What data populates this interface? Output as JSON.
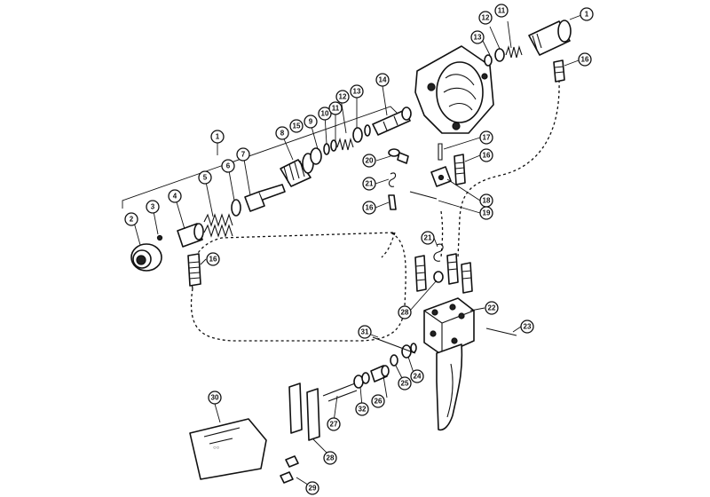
{
  "callouts": {
    "c1a": "1",
    "c1b": "1",
    "c2": "2",
    "c3": "3",
    "c4": "4",
    "c5": "5",
    "c6": "6",
    "c7": "7",
    "c8": "8",
    "c9": "9",
    "c10": "10",
    "c11a": "11",
    "c11b": "11",
    "c12a": "12",
    "c12b": "12",
    "c13a": "13",
    "c13b": "13",
    "c14": "14",
    "c15": "15",
    "c16a": "16",
    "c16b": "16",
    "c16c": "16",
    "c16d": "16",
    "c17": "17",
    "c18": "18",
    "c19": "19",
    "c20": "20",
    "c21a": "21",
    "c21b": "21",
    "c22": "22",
    "c23": "23",
    "c24": "24",
    "c25": "25",
    "c26": "26",
    "c27": "27",
    "c28": "28",
    "c29": "29",
    "c30": "30",
    "c31": "31",
    "c32": "32"
  }
}
